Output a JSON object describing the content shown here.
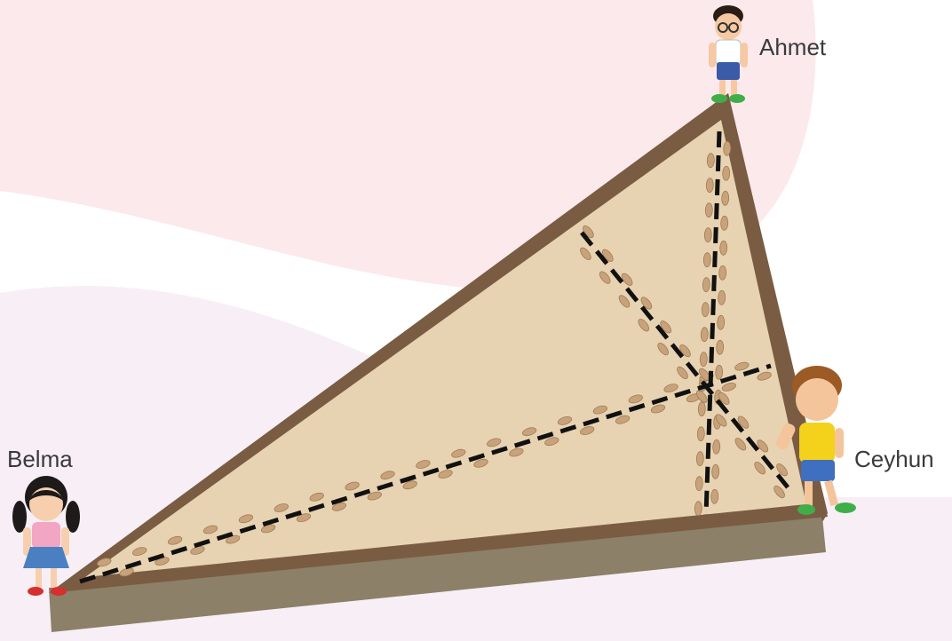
{
  "children": {
    "ahmet": {
      "name": "Ahmet",
      "shirt": "#ffffff",
      "pants": "#3b5aa8",
      "shoes": "#3fae49",
      "hair": "#2a1d15"
    },
    "belma": {
      "name": "Belma",
      "shirt": "#f3a6c4",
      "skirt": "#4a7fc1",
      "shoes": "#d62f2f",
      "hair": "#1e1a1a"
    },
    "ceyhun": {
      "name": "Ceyhun",
      "shirt": "#f4d21b",
      "pants": "#3f6fc0",
      "shoes": "#3fae49",
      "hair": "#9c5a24"
    }
  },
  "colors": {
    "background_blob": "#fbe9ec",
    "background_wave": "#f7eff5",
    "field_fill": "#e7d3b2",
    "field_border": "#7a5c43",
    "field_side": "#8c8068",
    "path_line": "#111111",
    "footprint": "#c8a27a"
  }
}
